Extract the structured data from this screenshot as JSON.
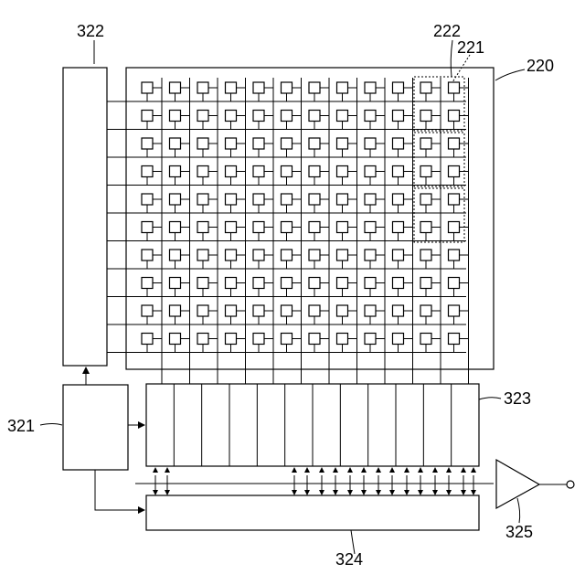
{
  "labels": {
    "pixel_array": "220",
    "pixel": "221",
    "pixel_group": "222",
    "row_driver": "322",
    "controller": "321",
    "column_circuit": "323",
    "output_circuit": "324",
    "amplifier": "325"
  },
  "array": {
    "rows": 10,
    "cols": 12
  },
  "column_circuit_cells": 12
}
